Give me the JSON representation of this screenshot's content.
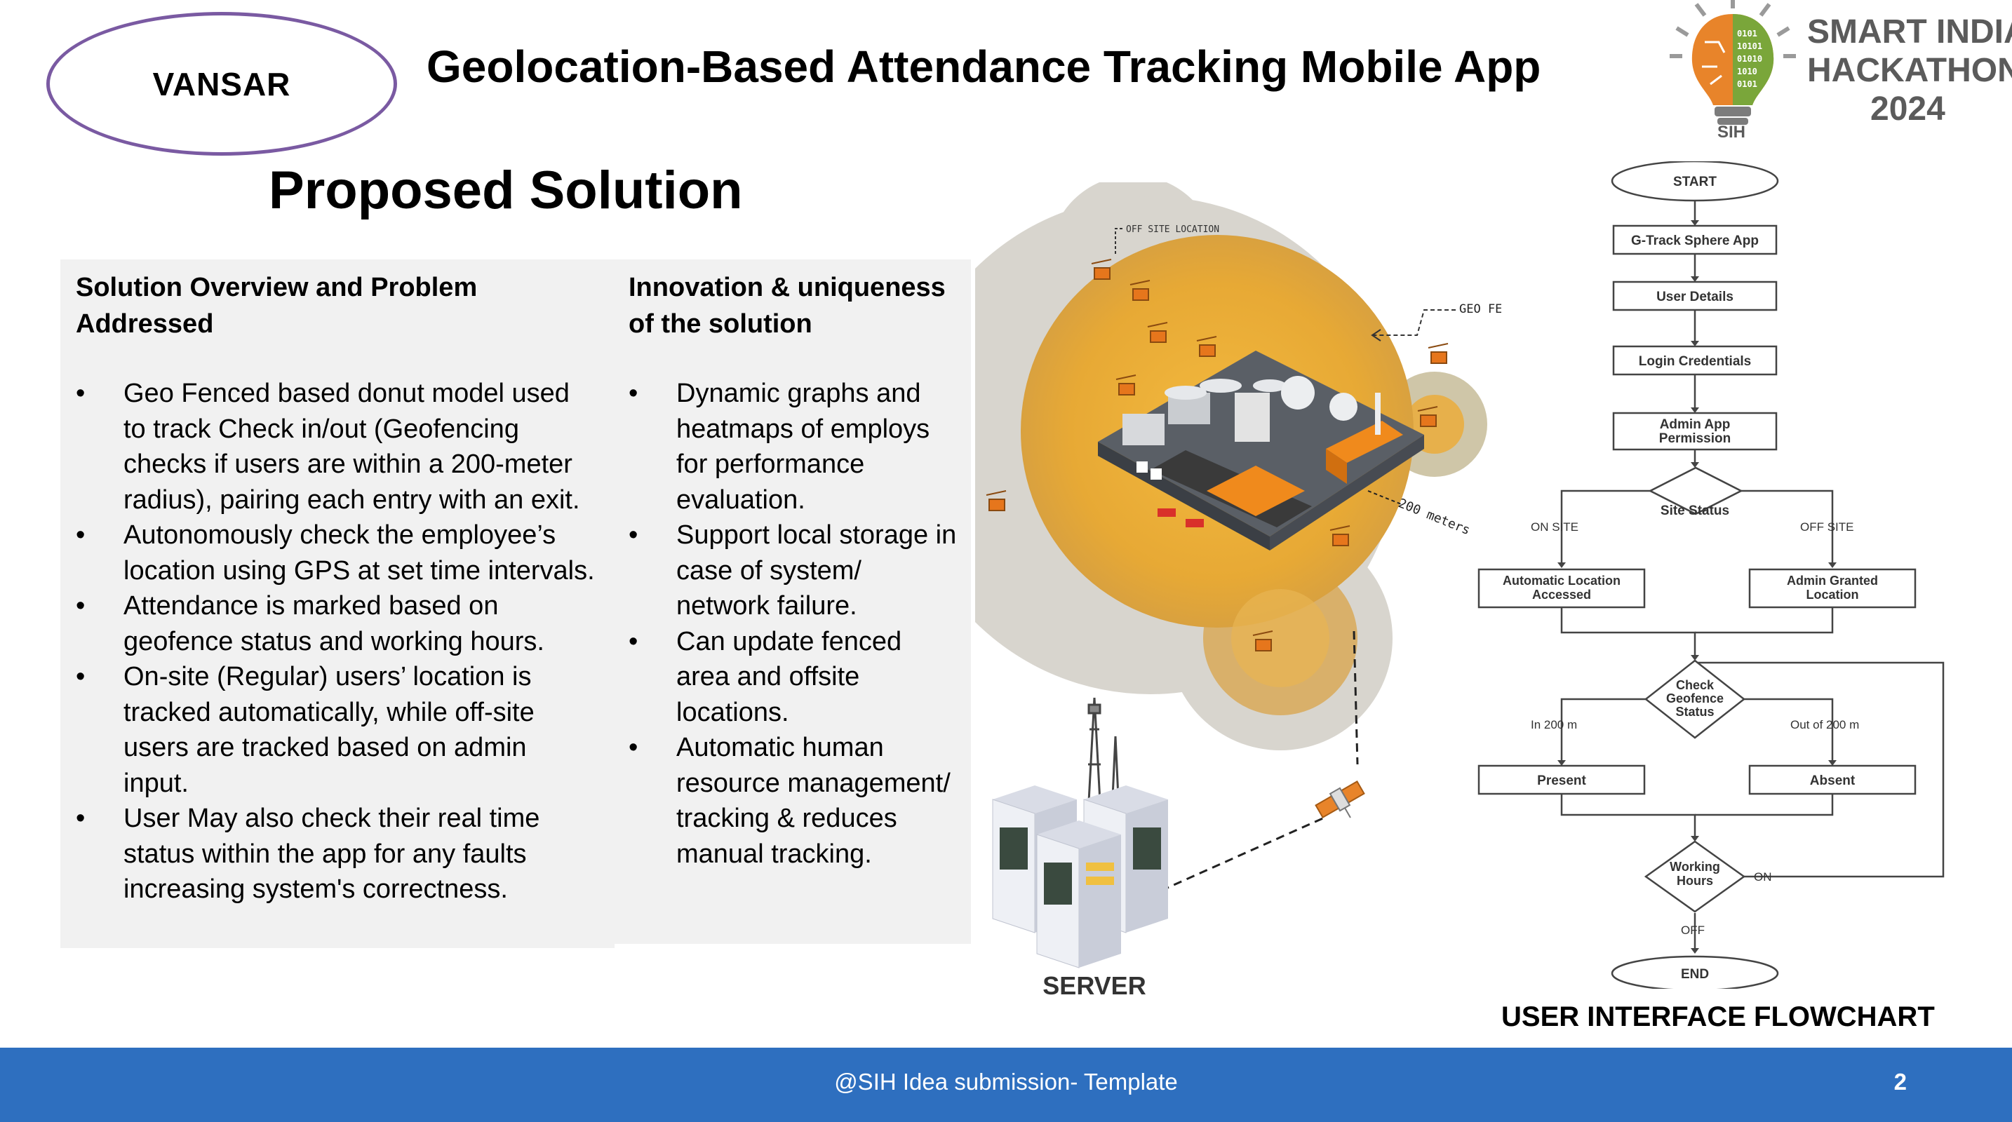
{
  "team": {
    "name": "VANSAR"
  },
  "header": {
    "title": "Geolocation-Based Attendance Tracking Mobile App"
  },
  "logo": {
    "line1": "SMART INDIA",
    "line2": "HACKATHON",
    "line3": "2024",
    "badge": "SIH"
  },
  "page": {
    "subtitle": "Proposed Solution"
  },
  "left_panel": {
    "heading": "Solution Overview and Problem Addressed",
    "bullets": [
      "Geo Fenced based donut model used to track Check in/out (Geofencing checks if users are within a 200-meter radius), pairing each entry with an exit.",
      "Autonomously check the employee’s location using GPS at set time intervals.",
      "Attendance is marked based on geofence status and working hours.",
      "On-site (Regular) users’ location is tracked automatically, while off-site users are tracked based on admin input.",
      "User May also check their real time status within the app for any faults increasing system's correctness."
    ]
  },
  "right_panel": {
    "heading": "Innovation & uniqueness of the solution",
    "bullets": [
      "Dynamic graphs and heatmaps of employs for performance evaluation.",
      "Support local storage in case of system/ network failure.",
      "Can update fenced area and offsite locations.",
      "Automatic human resource management/ tracking & reduces manual tracking."
    ]
  },
  "diagram": {
    "off_site_label": "OFF SITE LOCATION",
    "geo_fenced_label": "GEO FENCED AREA",
    "distance_label": "200 meters",
    "server_label": "SERVER"
  },
  "flowchart": {
    "caption": "USER INTERFACE FLOWCHART",
    "start": "START",
    "app": "G-Track Sphere App",
    "user_details": "User Details",
    "login": "Login Credentials",
    "permission_1": "Admin App",
    "permission_2": "Permission",
    "site_status": "Site Status",
    "on_site": "ON SITE",
    "off_site": "OFF SITE",
    "auto_loc_1": "Automatic Location",
    "auto_loc_2": "Accessed",
    "admin_loc_1": "Admin Granted",
    "admin_loc_2": "Location",
    "check_1": "Check",
    "check_2": "Geofence",
    "check_3": "Status",
    "in_200": "In 200 m",
    "out_200": "Out of 200 m",
    "present": "Present",
    "absent": "Absent",
    "working_1": "Working",
    "working_2": "Hours",
    "on": "ON",
    "off": "OFF",
    "end": "END"
  },
  "footer": {
    "text": "@SIH Idea submission- Template",
    "page_number": "2"
  },
  "colors": {
    "footer": "#2e6fbf",
    "oval": "#7a5aa2",
    "panel": "#f1f1f1",
    "geofence": "#e7a935"
  }
}
